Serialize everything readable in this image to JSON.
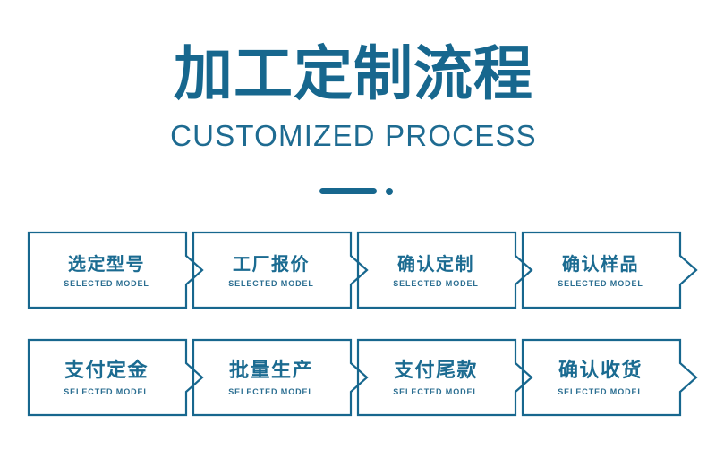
{
  "theme": {
    "accent": "#17678E",
    "accent_text": "#1B6B91",
    "subtitle_color": "#2B6E91",
    "background": "#FFFFFF"
  },
  "header": {
    "title_cn": "加工定制流程",
    "title_en": "CUSTOMIZED PROCESS"
  },
  "divider": {
    "bar": "divider-bar",
    "dot": "divider-dot"
  },
  "steps": {
    "row1": [
      {
        "title": "选定型号",
        "subtitle": "SELECTED MODEL"
      },
      {
        "title": "工厂报价",
        "subtitle": "SELECTED MODEL"
      },
      {
        "title": "确认定制",
        "subtitle": "SELECTED MODEL"
      },
      {
        "title": "确认样品",
        "subtitle": "SELECTED MODEL"
      }
    ],
    "row2": [
      {
        "title": "支付定金",
        "subtitle": "SELECTED MODEL"
      },
      {
        "title": "批量生产",
        "subtitle": "SELECTED MODEL"
      },
      {
        "title": "支付尾款",
        "subtitle": "SELECTED MODEL"
      },
      {
        "title": "确认收货",
        "subtitle": "SELECTED MODEL"
      }
    ]
  }
}
